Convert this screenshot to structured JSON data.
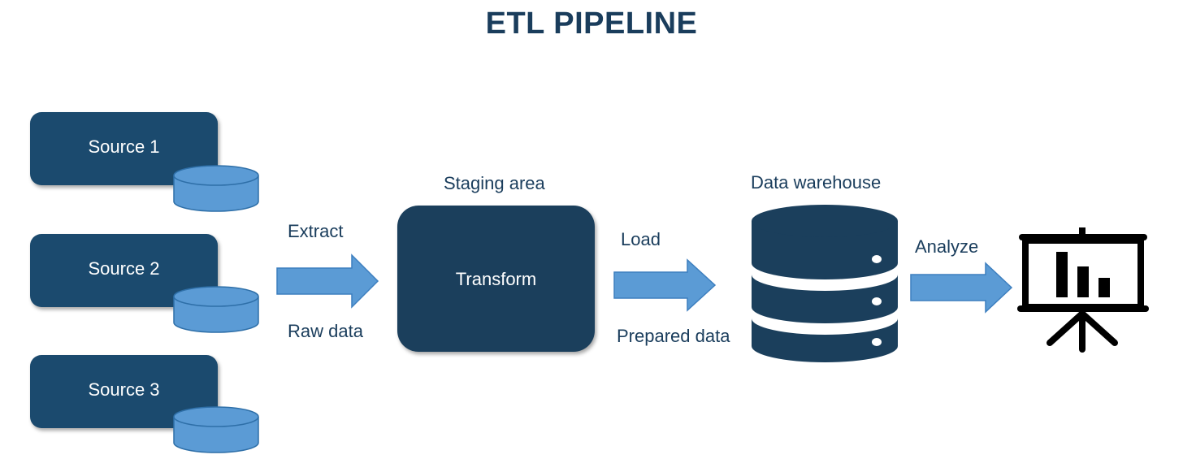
{
  "title": "ETL PIPELINE",
  "sources": [
    {
      "label": "Source 1"
    },
    {
      "label": "Source 2"
    },
    {
      "label": "Source 3"
    }
  ],
  "extract": {
    "label": "Extract",
    "sublabel": "Raw data"
  },
  "staging": {
    "label": "Staging area",
    "box_label": "Transform"
  },
  "load": {
    "label": "Load",
    "sublabel": "Prepared data"
  },
  "warehouse": {
    "label": "Data warehouse"
  },
  "analyze": {
    "label": "Analyze"
  },
  "colors": {
    "title": "#1a3d5c",
    "source_box": "#1b4a6e",
    "transform_box": "#1b3f5c",
    "cylinder": "#5b9bd5",
    "arrow": "#5b9bd5",
    "warehouse": "#1b3f5c",
    "presentation": "#000000"
  },
  "icons": [
    "database-cylinder-icon",
    "data-warehouse-icon",
    "presentation-board-icon"
  ]
}
